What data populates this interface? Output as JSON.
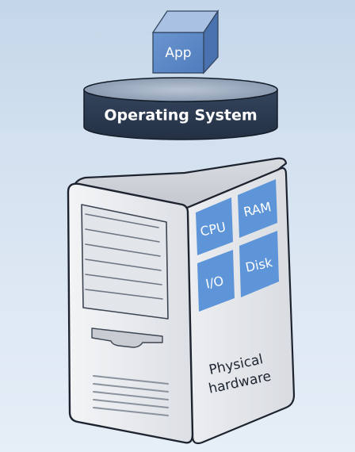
{
  "app": {
    "label": "App"
  },
  "operating_system": {
    "label": "Operating System"
  },
  "components": [
    {
      "label": "CPU"
    },
    {
      "label": "RAM"
    },
    {
      "label": "I/O"
    },
    {
      "label": "Disk"
    }
  ],
  "hardware": {
    "line1": "Physical",
    "line2": "hardware"
  },
  "colors": {
    "app_front": "#5a86c4",
    "app_top": "#a6c0e3",
    "app_side": "#3f669f",
    "os_body": "#2b3a4f",
    "os_top": "#96a6bc",
    "component_tile": "#5d95d8",
    "chassis": "#e9ebee",
    "outline": "#1d2430"
  }
}
